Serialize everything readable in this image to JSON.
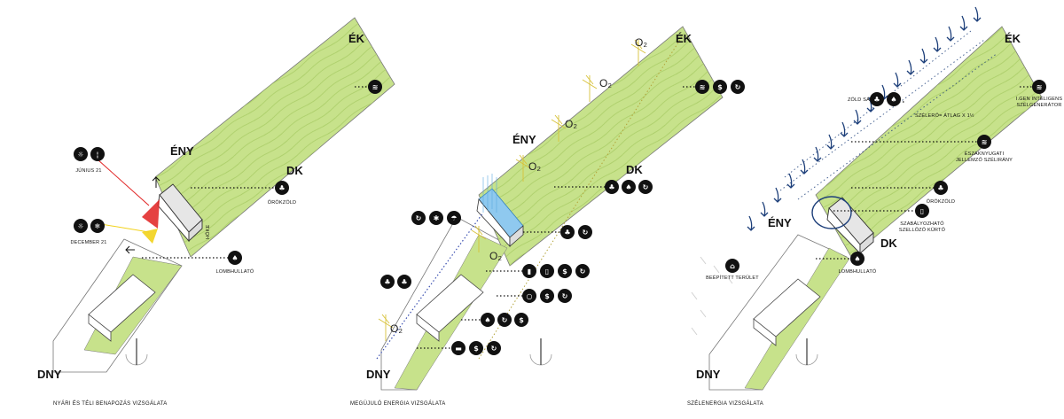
{
  "panels": [
    {
      "caption": "NYÁRI ÉS TÉLI BENAPOZÁS VIZSGÁLATA",
      "dirs": {
        "ek": "ÉK",
        "eny": "ÉNY",
        "dk": "DK",
        "dny": "DNY"
      },
      "labels": {
        "june": "JÚNIUS 21",
        "december": "DECEMBER 21",
        "evergreen": "ÖRÖKZÖLD",
        "deciduous": "LOMBHULLATÓ",
        "side_label": "HŐKE"
      }
    },
    {
      "caption": "MEGÚJULÓ ENERGIA VIZSGÁLATA",
      "dirs": {
        "ek": "ÉK",
        "eny": "ÉNY",
        "dk": "DK",
        "dny": "DNY"
      },
      "labels": {
        "o2": "O₂"
      }
    },
    {
      "caption": "SZÉLENERGIA VIZSGÁLATA",
      "dirs": {
        "ek": "ÉK",
        "eny": "ÉNY",
        "dk": "DK",
        "dny": "DNY"
      },
      "labels": {
        "green_strip": "ZÖLD SÁV",
        "wind_avg": "SZÉLERŐ= ÁTLAG X 1½",
        "generator_line1": "I.GEN INTELIGENS",
        "generator_line2": "SZÉLGENERÁTOR",
        "nw_line1": "ÉSZAKNYUGATI",
        "nw_line2": "JELLEMZŐ SZÉLIRÁNY",
        "evergreen": "ÖRÖKZÖLD",
        "vent_line1": "SZABÁLYOZHATÓ",
        "vent_line2": "SZELLŐZŐ KÜRTŐ",
        "built_area": "BEÉPÍTETT TERÜLET",
        "deciduous": "LOMBHULLATÓ"
      }
    }
  ],
  "colors": {
    "green": "#c7e28b",
    "contour": "#a9cc66",
    "outline": "#555555",
    "summer_sun": "#e02020",
    "winter_sun": "#f2d21a",
    "solar_blue": "#5aa9df",
    "wind_blue": "#1d3f7a",
    "o2_yellow": "#d8c23a"
  }
}
